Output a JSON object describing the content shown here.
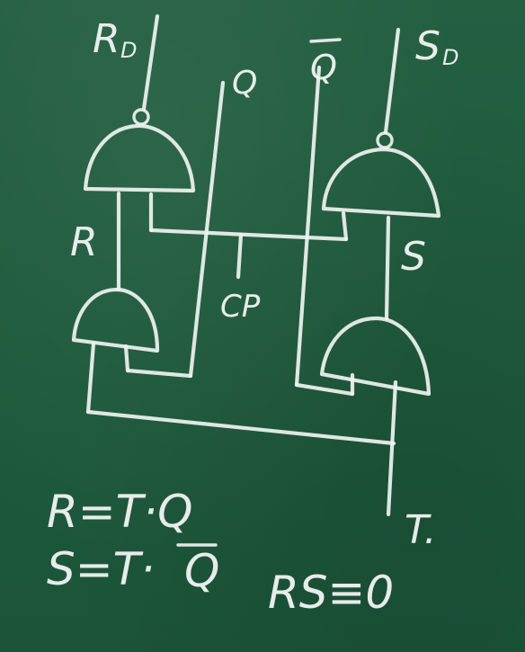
{
  "labels": {
    "rd": "R",
    "rd_sub": "D",
    "q": "Q",
    "qbar": "Q",
    "sd": "S",
    "sd_sub": "D",
    "r": "R",
    "s": "S",
    "cp": "CP",
    "t": "T."
  },
  "equations": {
    "r_eq": "R=T·Q",
    "s_eq_prefix": "S=T·",
    "s_eq_q": "Q",
    "rs_eq": "RS≡0"
  }
}
